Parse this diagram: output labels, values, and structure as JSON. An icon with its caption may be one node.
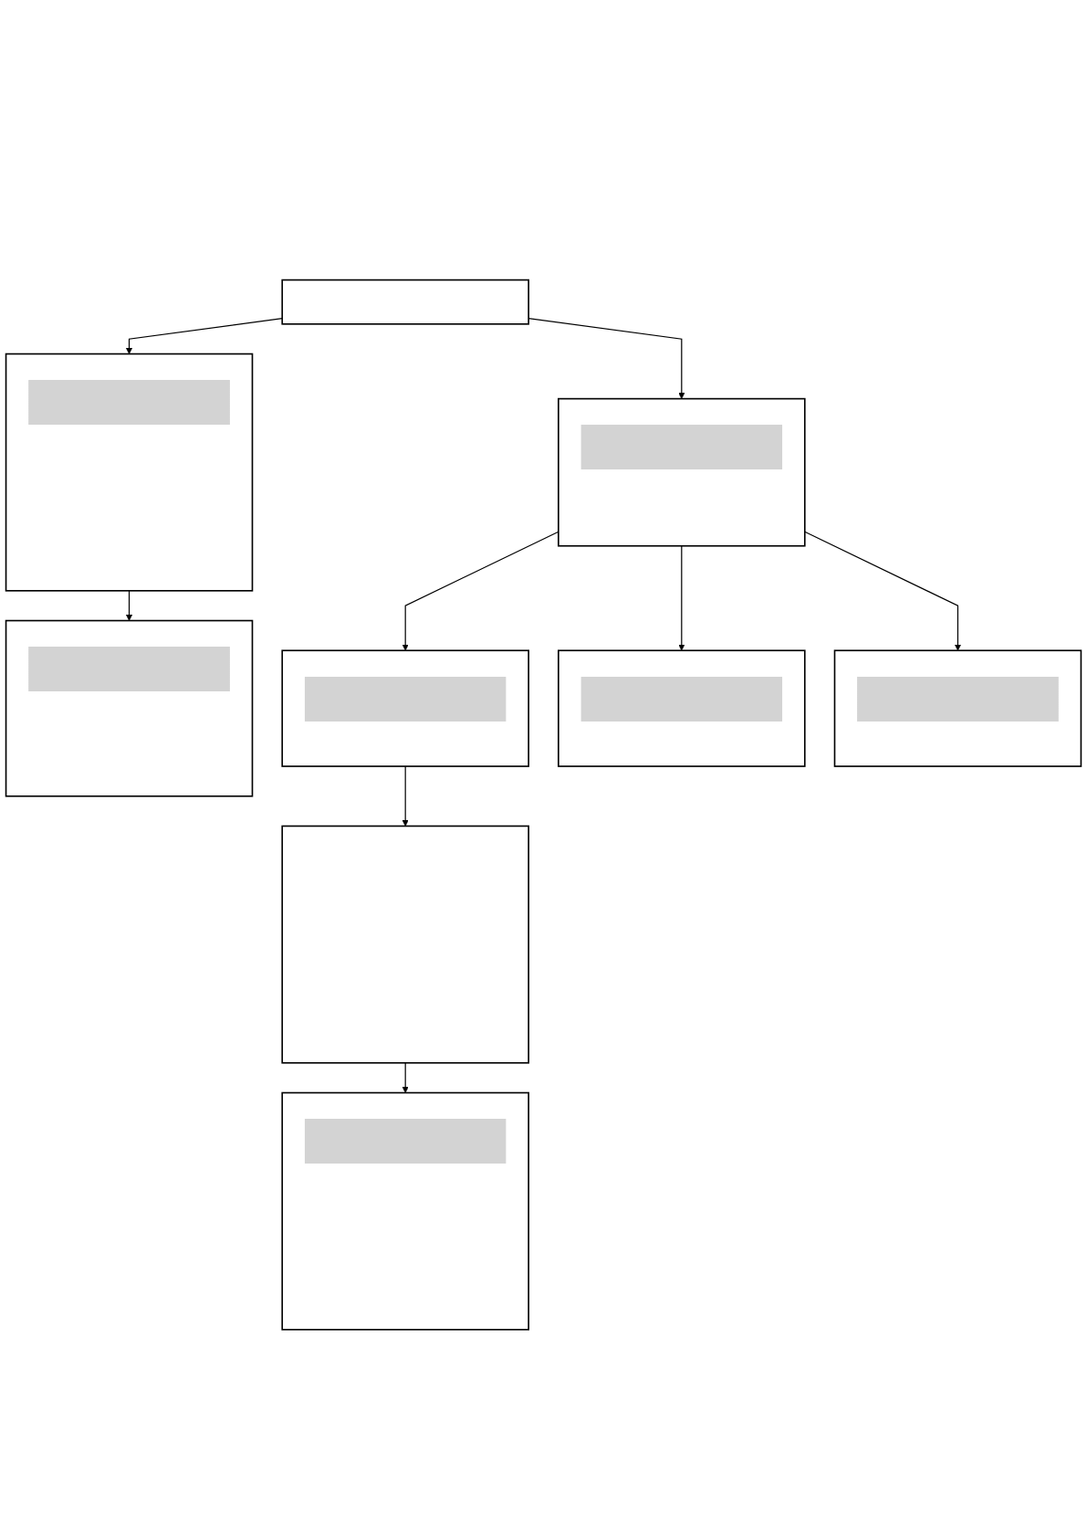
{
  "diagram": {
    "nodes": [
      {
        "text": [],
        "shape": "box"
      },
      {
        "text": [],
        "shape": "box"
      },
      {
        "text": [],
        "shape": "box"
      },
      {
        "text": [],
        "shape": "box"
      },
      {
        "text": [],
        "shape": "box"
      },
      {
        "text": [],
        "shape": "box"
      },
      {
        "text": [],
        "shape": "box"
      },
      {
        "text": [],
        "shape": "box"
      },
      {
        "text": [],
        "shape": "box"
      }
    ],
    "edges": [
      {
        "from": 0,
        "to": 1,
        "arrow": "to"
      },
      {
        "from": 0,
        "to": 2,
        "arrow": "to"
      },
      {
        "from": 1,
        "to": 5,
        "arrow": "to"
      },
      {
        "from": 2,
        "to": 3,
        "arrow": "to"
      },
      {
        "from": 2,
        "to": 4,
        "arrow": "to"
      },
      {
        "from": 2,
        "to": 7,
        "arrow": "to"
      },
      {
        "from": 3,
        "to": 6,
        "arrow": "to"
      },
      {
        "from": 6,
        "to": 8,
        "arrow": "to"
      }
    ]
  }
}
